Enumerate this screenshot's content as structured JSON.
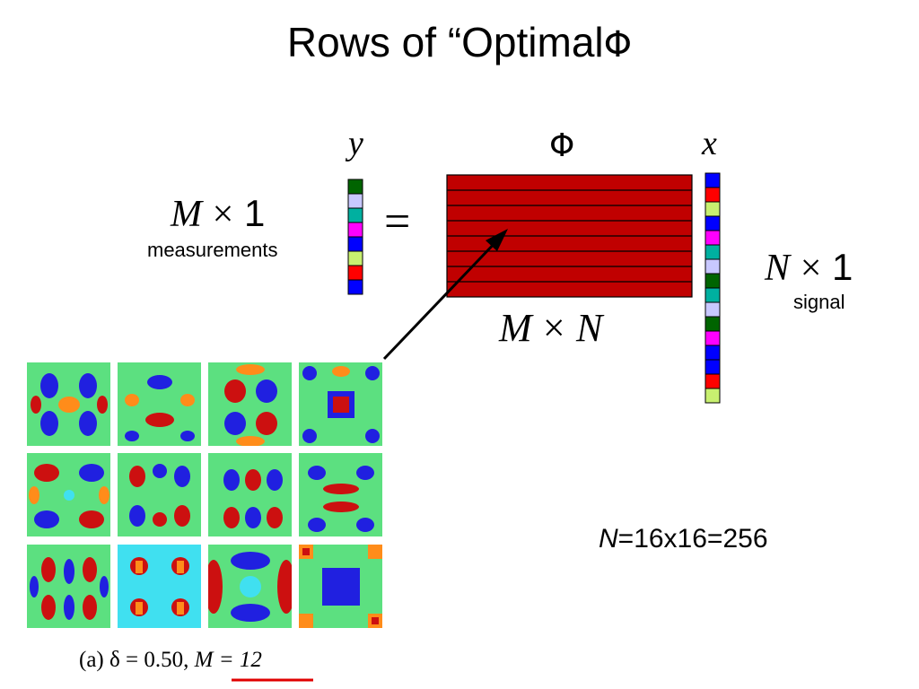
{
  "slide": {
    "title": "Rows of “Optimal",
    "title_symbol": "Φ"
  },
  "equation": {
    "y_label": "y",
    "phi_label": "Φ",
    "x_label": "x",
    "equals": "=",
    "y_dim_math": "M",
    "y_dim_times": "×",
    "y_dim_one": "1",
    "y_caption": "measurements",
    "x_dim_math": "N",
    "x_dim_times": "×",
    "x_dim_one": "1",
    "x_caption": "signal",
    "phi_dim_m": "M",
    "phi_dim_times": "×",
    "phi_dim_n": "N",
    "matrix_color": "#c00000",
    "y_cells": [
      "#006400",
      "#c8c8ff",
      "#00b0a0",
      "#ff00ff",
      "#0000ff",
      "#c8f070",
      "#ff0000",
      "#0000ff"
    ],
    "x_cells": [
      "#0000ff",
      "#ff0000",
      "#c8f070",
      "#0000ff",
      "#ff00ff",
      "#00b0a0",
      "#c8c8ff",
      "#006400",
      "#00b0a0",
      "#c8c8ff",
      "#006400",
      "#ff00ff",
      "#0000ff",
      "#0000ff",
      "#ff0000",
      "#c8f070"
    ]
  },
  "note": {
    "n_var": "N",
    "n_value": "=16x16=256"
  },
  "figure": {
    "caption_prefix": "(a)",
    "caption_delta": "δ = 0.50,",
    "caption_m": "M = 12",
    "underline_color": "#e00000",
    "tiles": [
      "basis-pattern-1",
      "basis-pattern-2",
      "basis-pattern-3",
      "basis-pattern-4",
      "basis-pattern-5",
      "basis-pattern-6",
      "basis-pattern-7",
      "basis-pattern-8",
      "basis-pattern-9",
      "basis-pattern-10",
      "basis-pattern-11",
      "basis-pattern-12"
    ]
  }
}
